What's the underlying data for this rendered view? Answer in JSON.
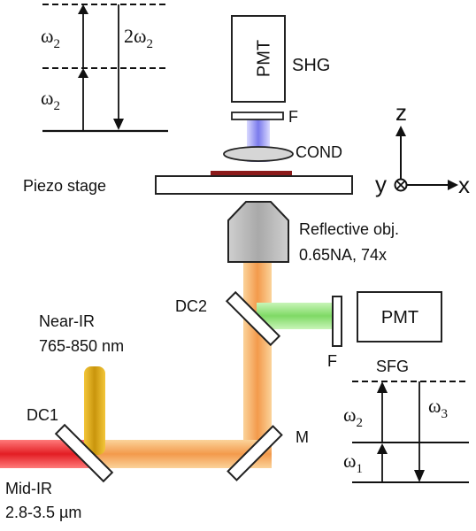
{
  "energy_top": {
    "left_lower": {
      "symbol": "ω",
      "sub": "2"
    },
    "left_upper": {
      "symbol": "ω",
      "sub": "2"
    },
    "right": {
      "prefix": "2ω",
      "sub": "2"
    }
  },
  "labels": {
    "pmt_top": "PMT",
    "shg": "SHG",
    "filter_top": "F",
    "cond": "COND",
    "piezo": "Piezo stage",
    "objective_line1": "Reflective obj.",
    "objective_line2": "0.65NA, 74x",
    "dc2": "DC2",
    "pmt_right": "PMT",
    "filter_right": "F",
    "near_ir_line1": "Near-IR",
    "near_ir_line2": "765-850 nm",
    "dc1": "DC1",
    "mirror": "M",
    "mid_ir_line1": "Mid-IR",
    "mid_ir_line2": "2.8-3.5 µm",
    "sfg": "SFG"
  },
  "axes": {
    "z": "z",
    "y": "y",
    "x": "x"
  },
  "energy_bottom": {
    "w2": {
      "symbol": "ω",
      "sub": "2"
    },
    "w1": {
      "symbol": "ω",
      "sub": "1"
    },
    "w3": {
      "symbol": "ω",
      "sub": "3"
    }
  },
  "colors": {
    "shg_beam": "#7b7bf0",
    "sfg_beam": "#8fe07a",
    "combined_beam": "#f4a85a",
    "near_ir_beam": "#d9a514",
    "mid_ir_beam": "#e8242b",
    "sample": "#8b1a1a",
    "objective": "#bdbdbd"
  }
}
